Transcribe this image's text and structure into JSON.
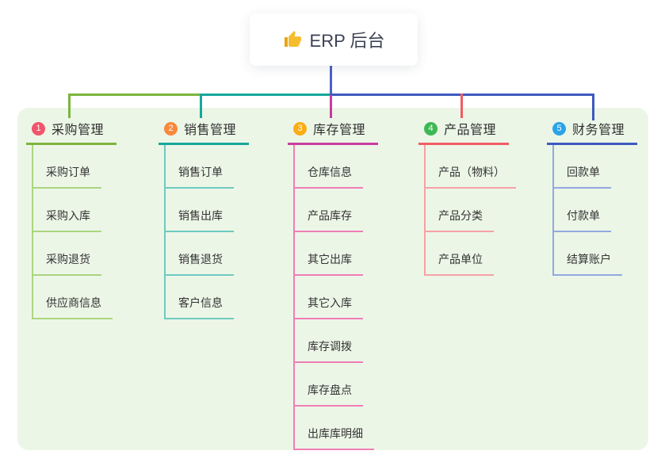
{
  "root": {
    "label": "ERP 后台",
    "icon": "thumbs-up-icon"
  },
  "branches": [
    {
      "index": "1",
      "label": "采购管理",
      "badge_color": "#F1556C",
      "line_color": "#7CB53E",
      "child_line_color": "#ABD57E",
      "children": [
        "采购订单",
        "采购入库",
        "采购退货",
        "供应商信息"
      ]
    },
    {
      "index": "2",
      "label": "销售管理",
      "badge_color": "#F8893C",
      "line_color": "#17A79B",
      "child_line_color": "#6FC9C0",
      "children": [
        "销售订单",
        "销售出库",
        "销售退货",
        "客户信息"
      ]
    },
    {
      "index": "3",
      "label": "库存管理",
      "badge_color": "#FAAD14",
      "line_color": "#C93D9E",
      "child_line_color": "#F07EB6",
      "children": [
        "仓库信息",
        "产品库存",
        "其它出库",
        "其它入库",
        "库存调拨",
        "库存盘点",
        "出库库明细"
      ]
    },
    {
      "index": "4",
      "label": "产品管理",
      "badge_color": "#3DB954",
      "line_color": "#F25C63",
      "child_line_color": "#F5A1A6",
      "children": [
        "产品（物料）",
        "产品分类",
        "产品单位"
      ]
    },
    {
      "index": "5",
      "label": "财务管理",
      "badge_color": "#2BA3E8",
      "line_color": "#3D5ABF",
      "child_line_color": "#93A8E0",
      "children": [
        "回款单",
        "付款单",
        "结算账户"
      ]
    }
  ],
  "colors": {
    "panel_bg": "#ECF6E7",
    "root_connector": "#4C5FC9",
    "text": "#333333"
  }
}
